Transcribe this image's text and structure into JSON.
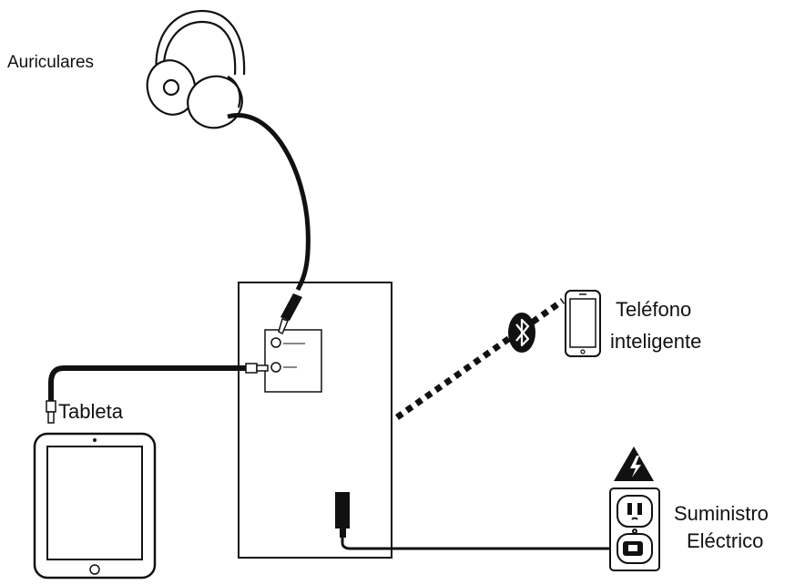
{
  "labels": {
    "headphones": "Auriculares",
    "tablet": "Tableta",
    "smartphone_line1": "Teléfono",
    "smartphone_line2": "inteligente",
    "power_line1": "Suministro",
    "power_line2": "Eléctrico"
  },
  "icons": {
    "headphones": "headphones-icon",
    "tablet": "tablet-icon",
    "smartphone": "smartphone-icon",
    "bluetooth": "bluetooth-icon",
    "warning": "high-voltage-warning-icon",
    "outlet": "power-outlet-icon"
  },
  "colors": {
    "line": "#111111",
    "background": "#ffffff"
  }
}
